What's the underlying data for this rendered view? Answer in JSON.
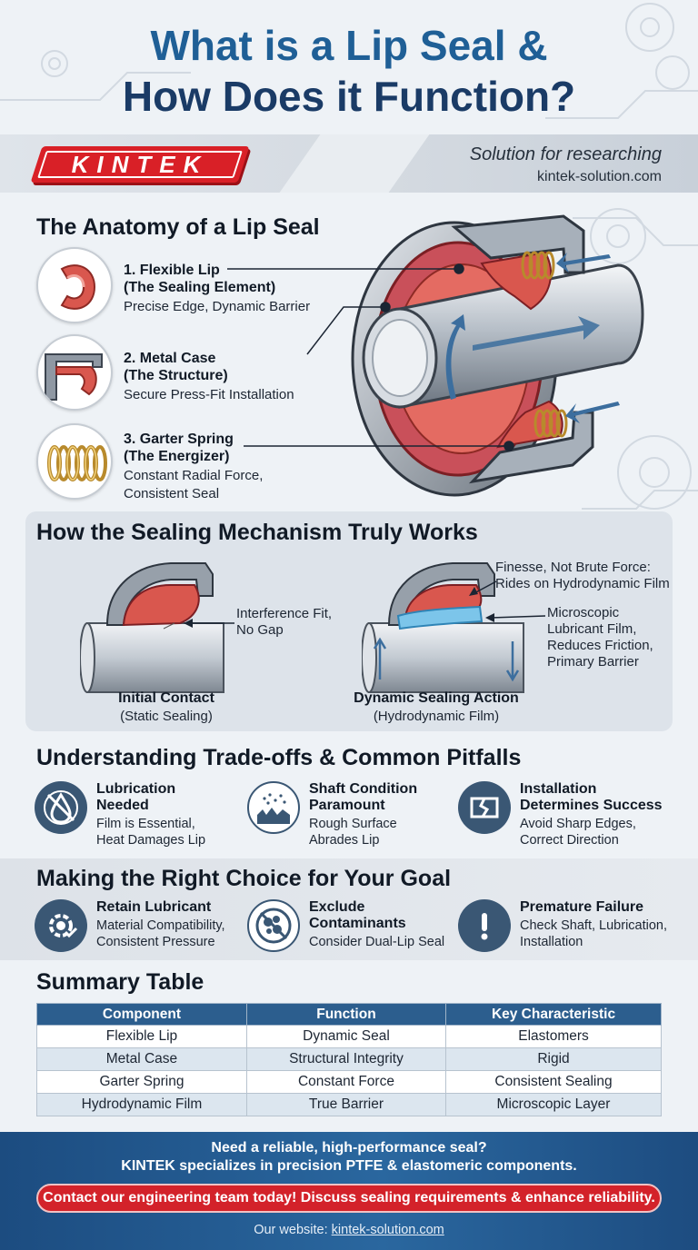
{
  "title": {
    "line1": "What is a Lip Seal &",
    "line2": "How Does it Function?"
  },
  "brand": {
    "logo_text": "KINTEK",
    "tagline": "Solution for researching",
    "site": "kintek-solution.com",
    "accent_color": "#d92027",
    "primary_color": "#1f5f96"
  },
  "anatomy": {
    "heading": "The Anatomy of a Lip Seal",
    "items": [
      {
        "title_1": "1. Flexible Lip",
        "title_2": "(The Sealing Element)",
        "desc_1": "Precise Edge, Dynamic Barrier",
        "desc_2": "",
        "icon": "flexible-lip-icon"
      },
      {
        "title_1": "2. Metal Case",
        "title_2": "(The Structure)",
        "desc_1": "Secure Press-Fit Installation",
        "desc_2": "",
        "icon": "metal-case-icon"
      },
      {
        "title_1": "3. Garter Spring",
        "title_2": "(The Energizer)",
        "desc_1": "Constant Radial Force,",
        "desc_2": "Consistent Seal",
        "icon": "garter-spring-icon"
      }
    ]
  },
  "mechanism": {
    "heading": "How the Sealing Mechanism Truly Works",
    "left_label_1": "Interference Fit,",
    "left_label_2": "No Gap",
    "left_caption": "Initial Contact",
    "left_sub": "(Static Sealing)",
    "right_top_1": "Finesse, Not Brute Force:",
    "right_top_2": "Rides on Hydrodynamic Film",
    "right_mid_1": "Microscopic",
    "right_mid_2": "Lubricant Film,",
    "right_mid_3": "Reduces Friction,",
    "right_mid_4": "Primary Barrier",
    "right_caption": "Dynamic Sealing Action",
    "right_sub": "(Hydrodynamic Film)"
  },
  "tradeoffs": {
    "heading": "Understanding Trade-offs & Common Pitfalls",
    "cards": [
      {
        "title_1": "Lubrication",
        "title_2": "Needed",
        "desc_1": "Film is Essential,",
        "desc_2": "Heat Damages Lip",
        "icon": "no-lubricant-icon"
      },
      {
        "title_1": "Shaft Condition",
        "title_2": "Paramount",
        "desc_1": "Rough Surface",
        "desc_2": "Abrades Lip",
        "icon": "rough-surface-icon"
      },
      {
        "title_1": "Installation",
        "title_2": "Determines Success",
        "desc_1": "Avoid Sharp Edges,",
        "desc_2": "Correct Direction",
        "icon": "cracked-seal-icon"
      }
    ]
  },
  "goals": {
    "heading": "Making the Right Choice for Your Goal",
    "cards": [
      {
        "title_1": "Retain Lubricant",
        "title_2": "",
        "desc_1": "Material Compatibility,",
        "desc_2": "Consistent Pressure",
        "icon": "gear-check-icon"
      },
      {
        "title_1": "Exclude",
        "title_2": "Contaminants",
        "desc_1": "Consider Dual-Lip Seal",
        "desc_2": "",
        "icon": "no-dust-icon"
      },
      {
        "title_1": "Premature Failure",
        "title_2": "",
        "desc_1": "Check Shaft, Lubrication,",
        "desc_2": "Installation",
        "icon": "exclamation-icon"
      }
    ]
  },
  "summary": {
    "heading": "Summary Table",
    "columns": [
      "Component",
      "Function",
      "Key Characteristic"
    ],
    "rows": [
      [
        "Flexible Lip",
        "Dynamic Seal",
        "Elastomers"
      ],
      [
        "Metal Case",
        "Structural Integrity",
        "Rigid"
      ],
      [
        "Garter Spring",
        "Constant Force",
        "Consistent Sealing"
      ],
      [
        "Hydrodynamic Film",
        "True Barrier",
        "Microscopic Layer"
      ]
    ]
  },
  "footer": {
    "question": "Need a reliable, high-performance seal?",
    "pitch": "KINTEK specializes in precision PTFE & elastomeric components.",
    "cta": "Contact our engineering team today! Discuss sealing requirements & enhance reliability.",
    "website_label": "Our website:",
    "website_link": "kintek-solution.com"
  }
}
